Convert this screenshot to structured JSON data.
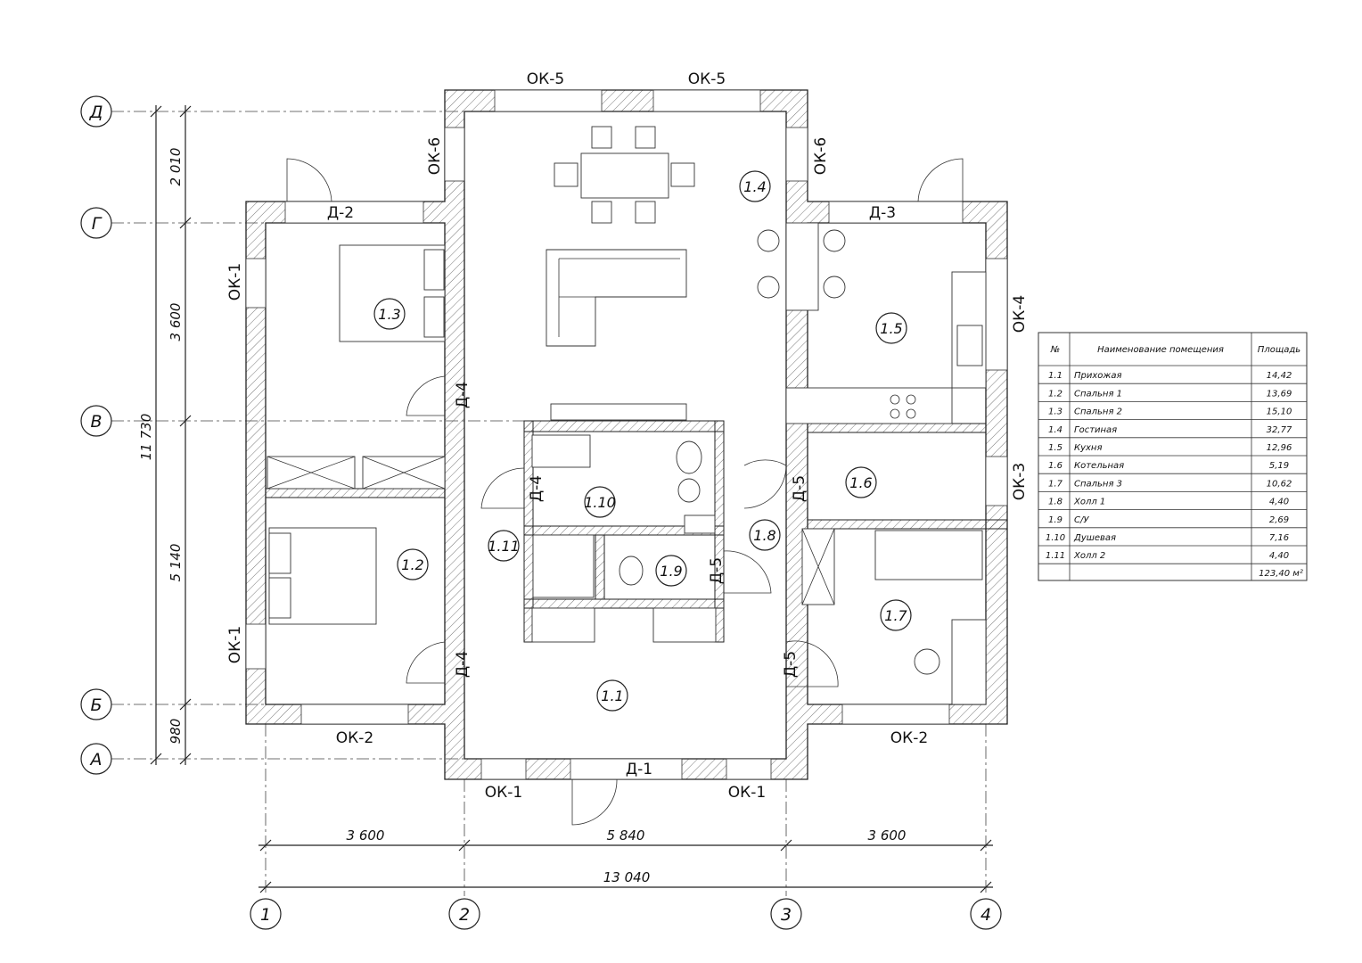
{
  "axes": {
    "rows": [
      "Д",
      "Г",
      "В",
      "Б",
      "А"
    ],
    "columns": [
      "1",
      "2",
      "3",
      "4"
    ]
  },
  "dimensions": {
    "left": [
      "2 010",
      "3 600",
      "5 140",
      "980"
    ],
    "left_total": "11 730",
    "bottom": [
      "3 600",
      "5 840",
      "3 600"
    ],
    "bottom_total": "13 040"
  },
  "openings": {
    "ok5_a": "ОК-5",
    "ok5_b": "ОК-5",
    "ok6_a": "ОК-6",
    "ok6_b": "ОК-6",
    "d2": "Д-2",
    "d3": "Д-3",
    "ok1_a": "ОК-1",
    "ok4": "ОК-4",
    "d4_a": "Д-4",
    "d4_b": "Д-4",
    "ok3": "ОК-3",
    "d5_a": "Д-5",
    "d5_b": "Д-5",
    "ok1_b": "ОК-1",
    "d4_c": "Д-4",
    "d5_c": "Д-5",
    "ok2_a": "ОК-2",
    "ok2_b": "ОК-2",
    "d1": "Д-1",
    "ok1_c": "ОК-1",
    "ok1_d": "ОК-1"
  },
  "rooms": {
    "r1_1": "1.1",
    "r1_2": "1.2",
    "r1_3": "1.3",
    "r1_4": "1.4",
    "r1_5": "1.5",
    "r1_6": "1.6",
    "r1_7": "1.7",
    "r1_8": "1.8",
    "r1_9": "1.9",
    "r1_10": "1.10",
    "r1_11": "1.11"
  },
  "room_table": {
    "headers": [
      "№",
      "Наименование помещения",
      "Площадь"
    ],
    "rows": [
      [
        "1.1",
        "Прихожая",
        "14,42"
      ],
      [
        "1.2",
        "Спальня 1",
        "13,69"
      ],
      [
        "1.3",
        "Спальня 2",
        "15,10"
      ],
      [
        "1.4",
        "Гостиная",
        "32,77"
      ],
      [
        "1.5",
        "Кухня",
        "12,96"
      ],
      [
        "1.6",
        "Котельная",
        "5,19"
      ],
      [
        "1.7",
        "Спальня 3",
        "10,62"
      ],
      [
        "1.8",
        "Холл 1",
        "4,40"
      ],
      [
        "1.9",
        "С/У",
        "2,69"
      ],
      [
        "1.10",
        "Душевая",
        "7,16"
      ],
      [
        "1.11",
        "Холл 2",
        "4,40"
      ]
    ],
    "total": "123,40 м²"
  }
}
